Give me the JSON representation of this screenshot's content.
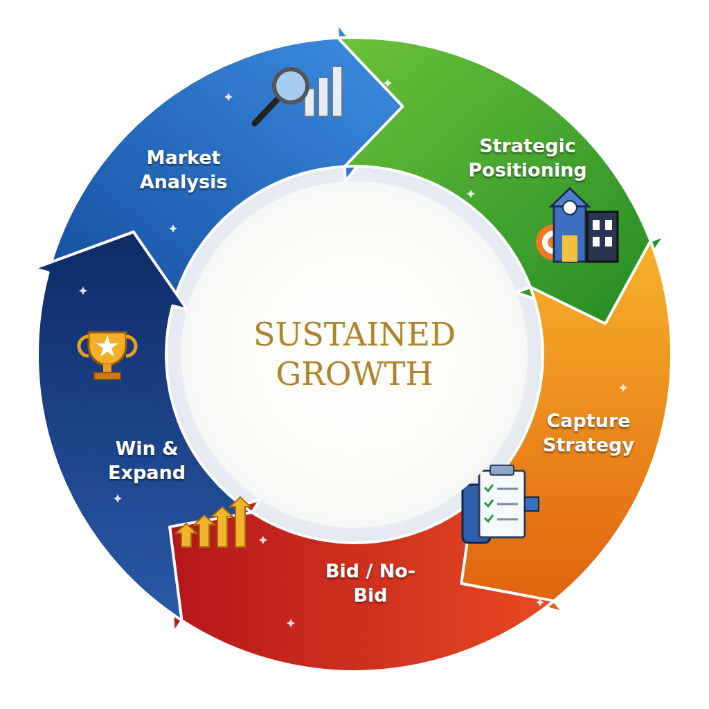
{
  "diagram": {
    "nodes": [
      {
        "text": [
          "Market Analysis"
        ]
      },
      {
        "text": [
          "Strategic Positioning"
        ]
      },
      {
        "text": [
          "Capture Strategy"
        ]
      },
      {
        "text": [
          "Bid / No-Bid"
        ]
      },
      {
        "text": [
          "Win & Expand"
        ]
      },
      {
        "text": [
          "SUSTAINED GROWTH"
        ]
      }
    ]
  }
}
